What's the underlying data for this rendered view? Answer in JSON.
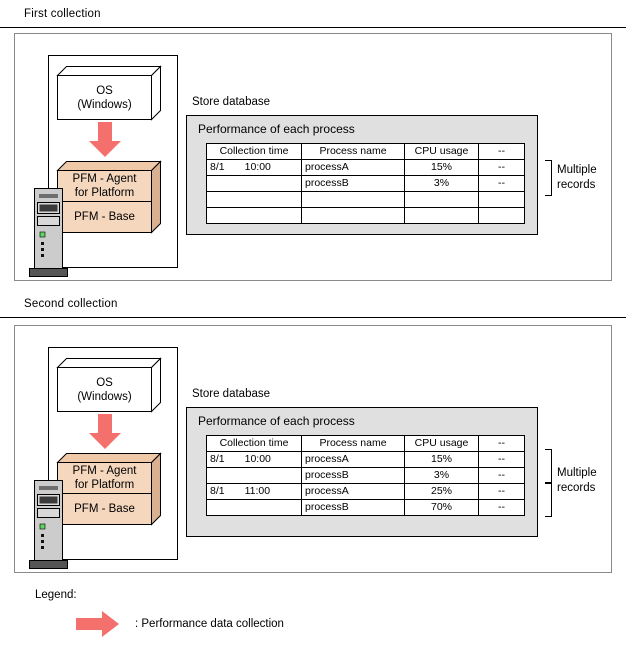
{
  "sections": [
    {
      "title": "First collection",
      "host": {
        "os_line1": "OS",
        "os_line2": "(Windows)",
        "agent_line1": "PFM - Agent",
        "agent_line2": "for Platform",
        "base_label": "PFM - Base"
      },
      "store_database": {
        "label": "Store database",
        "panel_title": "Performance of each process",
        "table": {
          "headers": [
            "Collection time",
            "Process name",
            "CPU usage",
            "--"
          ],
          "rows": [
            {
              "date": "8/1",
              "time": "10:00",
              "process": "processA",
              "cpu": "15%",
              "dash": "--"
            },
            {
              "date": "",
              "time": "",
              "process": "processB",
              "cpu": "3%",
              "dash": "--"
            },
            {
              "date": "",
              "time": "",
              "process": "",
              "cpu": "",
              "dash": ""
            },
            {
              "date": "",
              "time": "",
              "process": "",
              "cpu": "",
              "dash": ""
            }
          ]
        }
      },
      "annotation": {
        "line1": "Multiple",
        "line2": "records"
      }
    },
    {
      "title": "Second collection",
      "host": {
        "os_line1": "OS",
        "os_line2": "(Windows)",
        "agent_line1": "PFM - Agent",
        "agent_line2": "for Platform",
        "base_label": "PFM - Base"
      },
      "store_database": {
        "label": "Store database",
        "panel_title": "Performance of each process",
        "table": {
          "headers": [
            "Collection time",
            "Process name",
            "CPU usage",
            "--"
          ],
          "rows": [
            {
              "date": "8/1",
              "time": "10:00",
              "process": "processA",
              "cpu": "15%",
              "dash": "--"
            },
            {
              "date": "",
              "time": "",
              "process": "processB",
              "cpu": "3%",
              "dash": "--"
            },
            {
              "date": "8/1",
              "time": "11:00",
              "process": "processA",
              "cpu": "25%",
              "dash": "--"
            },
            {
              "date": "",
              "time": "",
              "process": "processB",
              "cpu": "70%",
              "dash": "--"
            }
          ]
        }
      },
      "annotation": {
        "line1": "Multiple",
        "line2": "records"
      }
    }
  ],
  "legend": {
    "label": "Legend:",
    "arrow_icon": "right-arrow-icon",
    "description": ": Performance data collection"
  },
  "colors": {
    "arrow": "#f4706c",
    "pfm_box": "#f5d7be",
    "pfm_shade": "#d9b191",
    "panel_bg": "#e0e0e0",
    "tower_body": "#cccccc",
    "tower_slot": "#3a3a3a",
    "tower_led": "#5cd65c",
    "frame_border": "#8a8a8a"
  }
}
